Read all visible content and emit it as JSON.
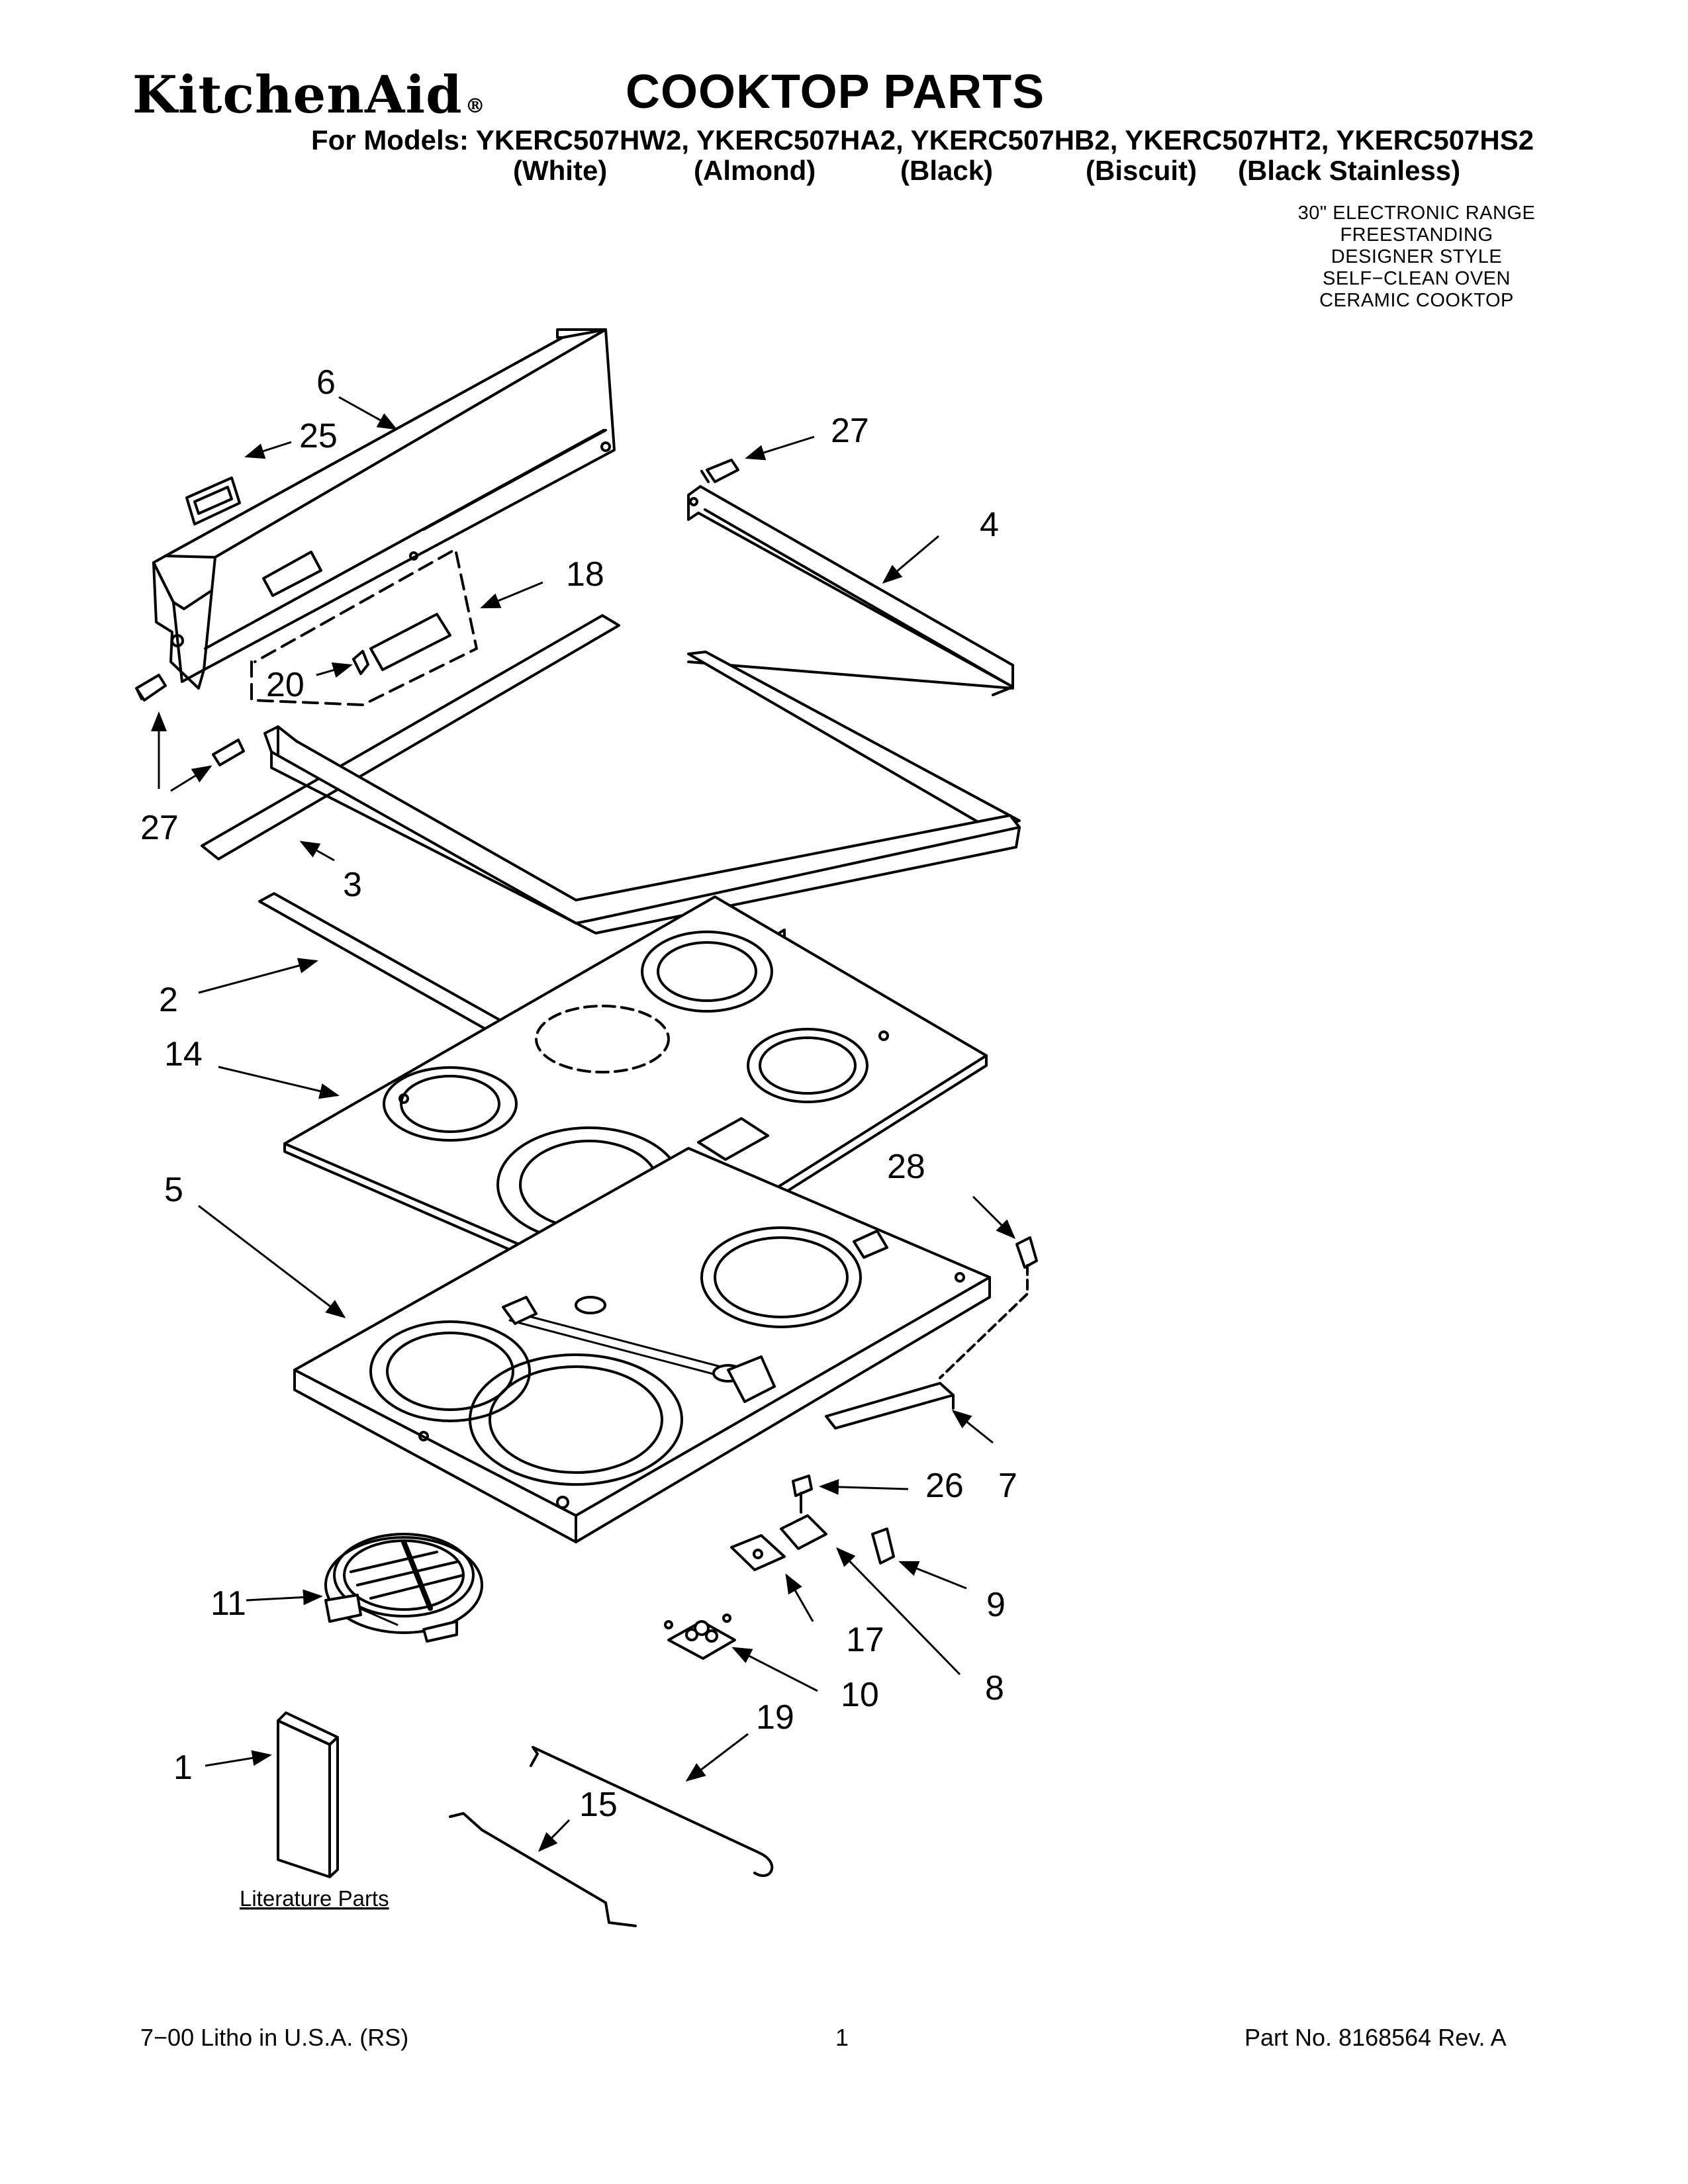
{
  "header": {
    "brand": "KitchenAid",
    "brand_mark": "®",
    "title": "COOKTOP PARTS",
    "models_line": "For Models: YKERC507HW2, YKERC507HA2, YKERC507HB2, YKERC507HT2, YKERC507HS2",
    "colors": [
      "(White)",
      "(Almond)",
      "(Black)",
      "(Biscuit)",
      "(Black Stainless)"
    ]
  },
  "specs": [
    "30\" ELECTRONIC RANGE",
    "FREESTANDING",
    "DESIGNER STYLE",
    "SELF−CLEAN OVEN",
    "CERAMIC COOKTOP"
  ],
  "callouts": {
    "c1": "1",
    "c2": "2",
    "c3": "3",
    "c4": "4",
    "c5": "5",
    "c6": "6",
    "c7": "7",
    "c8": "8",
    "c9": "9",
    "c10": "10",
    "c11": "11",
    "c14": "14",
    "c15": "15",
    "c17": "17",
    "c18": "18",
    "c19": "19",
    "c20": "20",
    "c25": "25",
    "c26": "26",
    "c27a": "27",
    "c27b": "27",
    "c28": "28"
  },
  "literature_label": "Literature Parts",
  "footer": {
    "left": "7−00 Litho in U.S.A. (RS)",
    "page": "1",
    "right": "Part No. 8168564 Rev. A"
  }
}
